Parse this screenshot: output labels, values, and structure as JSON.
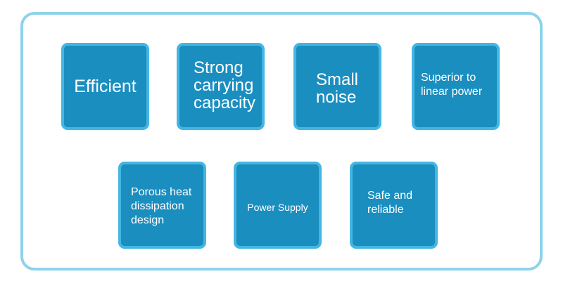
{
  "colors": {
    "frame_border": "#8dd3ea",
    "tile_fill": "#1b8ec0",
    "tile_border": "#44b6e3",
    "text": "#ffffff",
    "background": "#ffffff"
  },
  "features": [
    {
      "label": "Efficient"
    },
    {
      "label": "Strong\ncarrying\ncapacity"
    },
    {
      "label": "Small\nnoise"
    },
    {
      "label": "Superior to\nlinear power"
    },
    {
      "label": "Porous heat\ndissipation\ndesign"
    },
    {
      "label": "Power Supply"
    },
    {
      "label": "Safe and\nreliable"
    }
  ]
}
